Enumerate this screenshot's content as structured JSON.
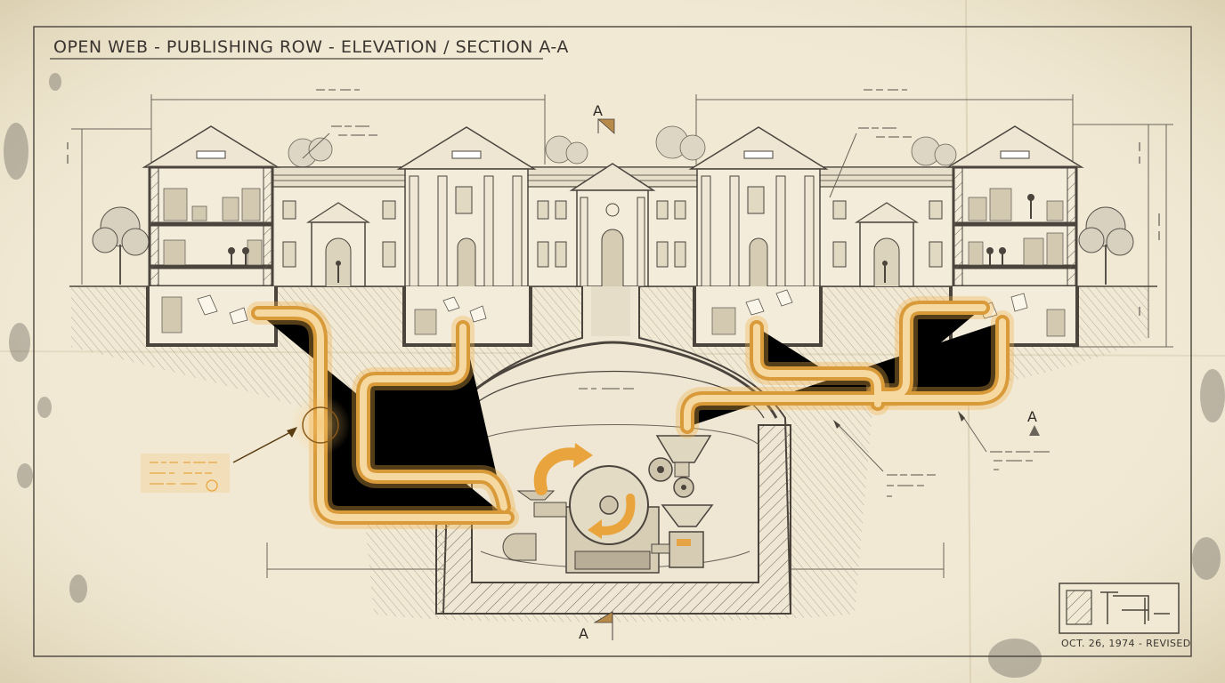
{
  "drawing": {
    "title": "OPEN WEB - PUBLISHING ROW - ELEVATION / SECTION A-A",
    "section_marker_letter": "A",
    "revision_date": "OCT. 26, 1974 - REVISED"
  },
  "colors": {
    "paper": "#ece3cc",
    "ink": "#4a443d",
    "pipe": "#d99a3a",
    "pipe_glow": "#f2b24a"
  },
  "icons": {
    "title_block_logo": "stamp-icon",
    "section_arrow": "section-cut-flag-icon",
    "machine": "grinding-mill-icon",
    "detail_callout": "detail-circle-icon"
  }
}
